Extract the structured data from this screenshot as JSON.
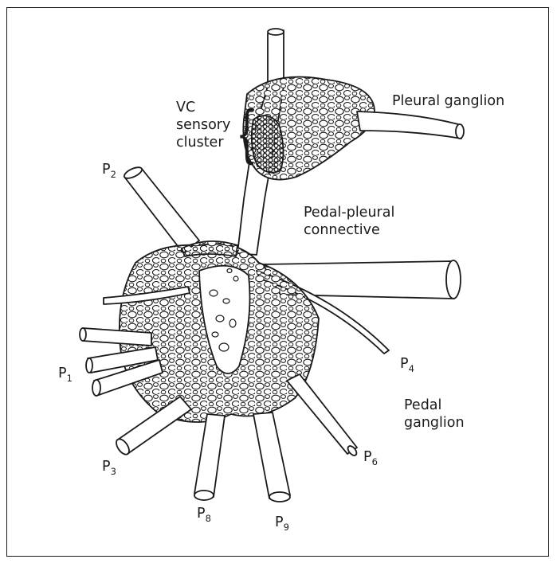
{
  "labels": {
    "vc_line1": "VC",
    "vc_line2": "sensory",
    "vc_line3": "cluster",
    "pleural_ganglion": "Pleural ganglion",
    "pedal_pleural_line1": "Pedal-pleural",
    "pedal_pleural_line2": "connective",
    "pedal_ganglion_line1": "Pedal",
    "pedal_ganglion_line2": "ganglion"
  },
  "nerves": [
    {
      "letter": "P",
      "number": "1"
    },
    {
      "letter": "P",
      "number": "2"
    },
    {
      "letter": "P",
      "number": "3"
    },
    {
      "letter": "P",
      "number": "4"
    },
    {
      "letter": "P",
      "number": "6"
    },
    {
      "letter": "P",
      "number": "8"
    },
    {
      "letter": "P",
      "number": "9"
    }
  ],
  "colors": {
    "ink": "#1a1a1a",
    "background": "#ffffff"
  }
}
